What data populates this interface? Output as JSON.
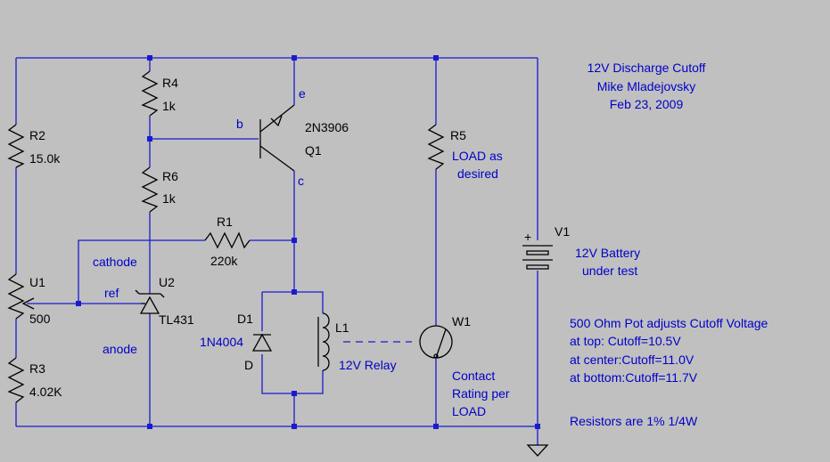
{
  "title_block": {
    "line1": "12V Discharge Cutoff",
    "line2": "Mike Mladejovsky",
    "line3": "Feb 23, 2009"
  },
  "notes": {
    "line1": "500 Ohm Pot adjusts Cutoff Voltage",
    "line2": "at top: Cutoff=10.5V",
    "line3": "at center:Cutoff=11.0V",
    "line4": "at bottom:Cutoff=11.7V",
    "line5": "Resistors are 1% 1/4W"
  },
  "components": {
    "R2": {
      "ref": "R2",
      "value": "15.0k"
    },
    "R3": {
      "ref": "R3",
      "value": "4.02K"
    },
    "U1": {
      "ref": "U1",
      "value": "500"
    },
    "R4": {
      "ref": "R4",
      "value": "1k"
    },
    "R6": {
      "ref": "R6",
      "value": "1k"
    },
    "R1": {
      "ref": "R1",
      "value": "220k"
    },
    "Q1": {
      "ref": "Q1",
      "value": "2N3906",
      "pin_e": "e",
      "pin_b": "b",
      "pin_c": "c"
    },
    "U2": {
      "ref": "U2",
      "value": "TL431",
      "pin_cathode": "cathode",
      "pin_ref": "ref",
      "pin_anode": "anode"
    },
    "D1": {
      "ref": "D1",
      "value": "1N4004",
      "pin": "D"
    },
    "L1": {
      "ref": "L1",
      "value": "12V Relay"
    },
    "R5": {
      "ref": "R5",
      "value_line1": "LOAD as",
      "value_line2": "desired"
    },
    "V1": {
      "ref": "V1",
      "value_line1": "12V Battery",
      "value_line2": "under test",
      "plus": "+"
    },
    "W1": {
      "ref": "W1",
      "value_line1": "Contact",
      "value_line2": "Rating per",
      "value_line3": "LOAD"
    }
  },
  "colors": {
    "background": "#c0c0c0",
    "wire": "#1a1ad0",
    "component": "#000000",
    "text_blue": "#0000c8"
  }
}
